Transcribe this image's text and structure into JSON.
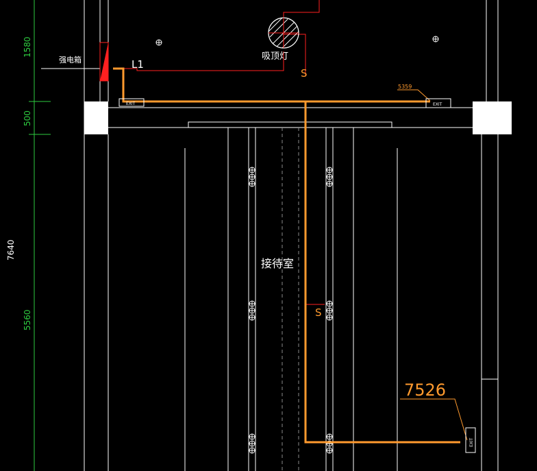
{
  "dimensions": {
    "d1580": "1580",
    "d500": "500",
    "d7640": "7640",
    "d5560": "5560"
  },
  "labels": {
    "panel": "强电箱",
    "circuit": "L1",
    "ceiling_lamp": "吸顶灯",
    "switch_1": "S",
    "switch_2": "S",
    "room": "接待室",
    "exit_1": "EXIT",
    "exit_2": "EXIT",
    "exit_3": "EXIT",
    "dim_5359": "5359",
    "dim_7526": "7526"
  },
  "colors": {
    "background": "#000000",
    "wall_lines": "#ffffff",
    "orange_route": "#ff9a2e",
    "red_wiring": "#ff2020",
    "dimension_green": "#2ecc40"
  }
}
